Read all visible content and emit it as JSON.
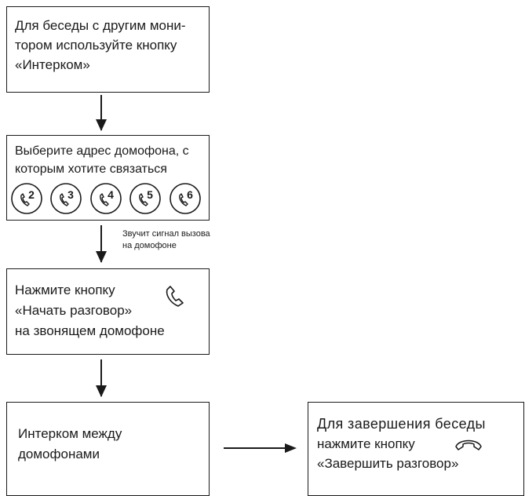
{
  "steps": [
    {
      "lines": [
        "Для беседы с другим мони-",
        "тором используйте кнопку",
        "«Интерком»"
      ]
    },
    {
      "lines": [
        "Выберите адрес домофона, с",
        "которым хотите связаться"
      ]
    },
    {
      "lines": [
        "Нажмите кнопку",
        "«Начать разговор»",
        "на звонящем домофоне"
      ]
    },
    {
      "lines": [
        "Интерком между",
        "домофонами"
      ]
    },
    {
      "lines": [
        "Для завершения беседы",
        "нажмите кнопку",
        "«Завершить разговор»"
      ]
    }
  ],
  "address_buttons": [
    "2",
    "3",
    "4",
    "5",
    "6"
  ],
  "ring_note": [
    "Звучит сигнал вызова",
    "на домофоне"
  ],
  "icons": {
    "address": "handset-icon",
    "start_call": "phone-handset-icon",
    "end_call": "hang-up-icon"
  },
  "colors": {
    "stroke": "#1a1a1a",
    "background": "#ffffff"
  }
}
